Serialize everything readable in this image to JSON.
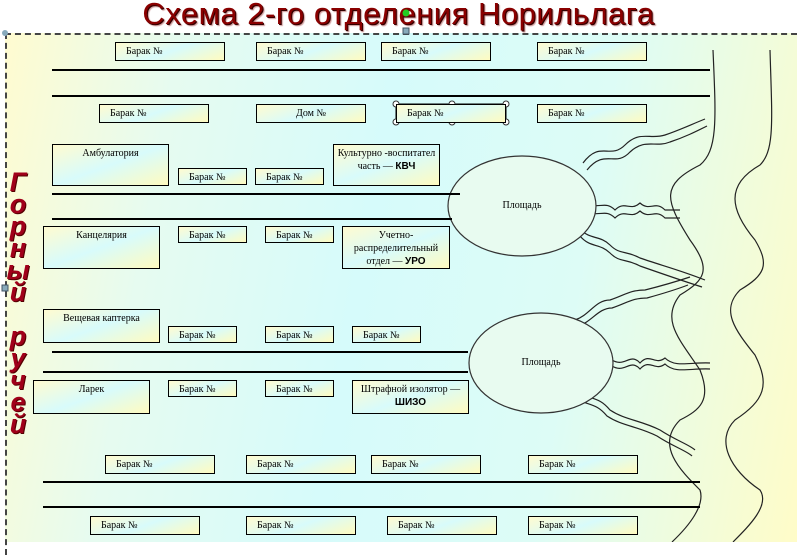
{
  "title": "Схема 2-го отделения Норильлага",
  "side_label": [
    "Г",
    "о",
    "р",
    "н",
    "ы",
    "й",
    "",
    "р",
    "у",
    "ч",
    "е",
    "й"
  ],
  "barak": "Барак №",
  "dom": "Дом №",
  "buildings": {
    "ambulatory": "Амбулатория",
    "kvch_line1": "Культурно -воспитател",
    "kvch_line2": "часть — ",
    "kvch_abbr": "КВЧ",
    "office": "Канцелярия",
    "uro_line1": "Учетно-",
    "uro_line2": "распределительный",
    "uro_line3": "отдел — ",
    "uro_abbr": "УРО",
    "storeroom": "Вещевая каптерка",
    "kiosk": "Ларек",
    "shizo_line1": "Штрафной изолятор —",
    "shizo_abbr": "ШИЗО"
  },
  "squares": [
    "Площадь",
    "Площадь"
  ]
}
